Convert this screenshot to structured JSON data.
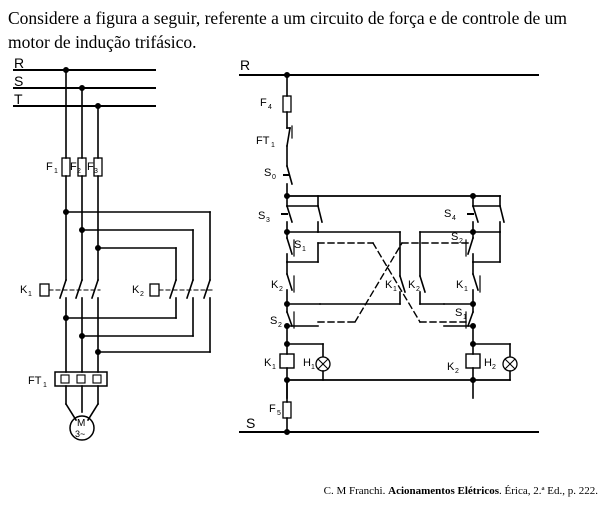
{
  "question": {
    "text": "Considere a figura a seguir, referente a um circuito de força e de controle de um motor de indução trifásico."
  },
  "power_circuit": {
    "phases": [
      "R",
      "S",
      "T"
    ],
    "fuses": {
      "f1": "F",
      "f1_sub": "1",
      "f2": "F",
      "f2_sub": "2",
      "f3": "F",
      "f3_sub": "3"
    },
    "contactors": {
      "k1": "K",
      "k1_sub": "1",
      "k2": "K",
      "k2_sub": "2"
    },
    "overload": {
      "label": "FT",
      "sub": "1"
    },
    "motor": {
      "label": "M",
      "phase_label": "3~"
    }
  },
  "control_circuit": {
    "top_line": "R",
    "bottom_line": "S",
    "f4": {
      "label": "F",
      "sub": "4"
    },
    "ft1": {
      "label": "FT",
      "sub": "1"
    },
    "s0": {
      "label": "S",
      "sub": "0"
    },
    "s3": {
      "label": "S",
      "sub": "3"
    },
    "s4": {
      "label": "S",
      "sub": "4"
    },
    "s1_left": {
      "label": "S",
      "sub": "1"
    },
    "s2_right": {
      "label": "S",
      "sub": "2"
    },
    "k2_left": {
      "label": "K",
      "sub": "2"
    },
    "k1_mid": {
      "label": "K",
      "sub": "1"
    },
    "k2_mid": {
      "label": "K",
      "sub": "2"
    },
    "k1_right": {
      "label": "K",
      "sub": "1"
    },
    "s2_left": {
      "label": "S",
      "sub": "2"
    },
    "s1_right": {
      "label": "S",
      "sub": "1"
    },
    "k1_coil": {
      "label": "K",
      "sub": "1"
    },
    "h1": {
      "label": "H",
      "sub": "1"
    },
    "k2_coil": {
      "label": "K",
      "sub": "2"
    },
    "h2": {
      "label": "H",
      "sub": "2"
    },
    "f5": {
      "label": "F",
      "sub": "5"
    }
  },
  "citation": {
    "author": "C. M Franchi.",
    "title": "Acionamentos Elétricos",
    "rest": ". Érica, 2.ª Ed., p. 222."
  }
}
